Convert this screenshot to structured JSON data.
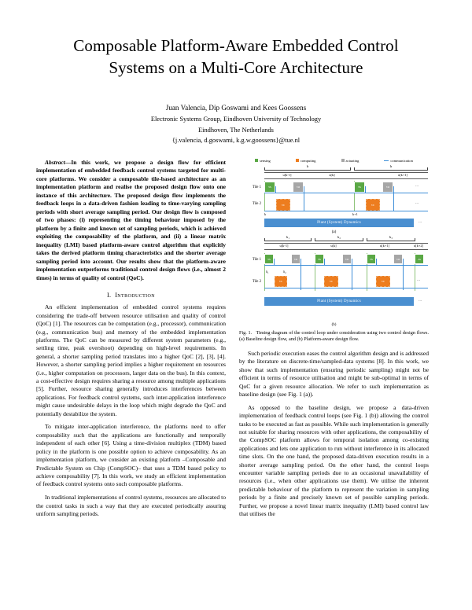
{
  "title": "Composable Platform-Aware Embedded Control Systems on a Multi-Core Architecture",
  "authors": {
    "names": "Juan Valencia, Dip Goswami and Kees Goossens",
    "affiliation": "Electronic Systems Group, Eindhoven University of Technology",
    "location": "Eindhoven, The Netherlands",
    "email": "{j.valencia, d.goswami, k.g.w.goossens}@tue.nl"
  },
  "abstract": {
    "lead": "Abstract",
    "text": "—In this work, we propose a design flow for efficient implementation of embedded feedback control systems targeted for multi-core platforms. We consider a composable tile-based architecture as an implementation platform and realise the proposed design flow onto one instance of this architecture. The proposed design flow implements the feedback loops in a data-driven fashion leading to time-varying sampling periods with short average sampling period. Our design flow is composed of two phases: (i) representing the timing behaviour imposed by the platform by a finite and known set of sampling periods, which is achieved exploiting the composability of the platform, and (ii) a linear matrix inequality (LMI) based platform-aware control algorithm that explicitly takes the derived platform timing characteristics and the shorter average sampling period into account. Our results show that the platform-aware implementation outperforms traditional control design flows (i.e., almost 2 times) in terms of quality of control (QoC)."
  },
  "sections": {
    "intro": {
      "number": "I.",
      "name": "Introduction"
    }
  },
  "body": {
    "left": [
      "An efficient implementation of embedded control systems requires considering the trade-off between resource utilisation and quality of control (QoC) [1]. The resources can be computation (e.g., processor), communication (e.g., communication bus) and memory of the embedded implementation platforms. The QoC can be measured by different system parameters (e.g., settling time, peak overshoot) depending on high-level requirements. In general, a shorter sampling period translates into a higher QoC [2], [3], [4]. However, a shorter sampling period implies a higher requirement on resources (i.e., higher computation on processors, larger data on the bus). In this context, a cost-effective design requires sharing a resource among multiple applications [5]. Further, resource sharing generally introduces interferences between applications. For feedback control systems, such inter-application interference might cause undesirable delays in the loop which might degrade the QoC and potentially destabilize the system.",
      "To mitigate inter-application interference, the platforms need to offer composability such that the applications are functionally and temporally independent of each other [6]. Using a time-division multiplex (TDM) based policy in the platform is one possible option to achieve composability. As an implementation platform, we consider an existing platform –Composable and Predictable System on Chip (CompSOC)– that uses a TDM based policy to achieve composability [7]. In this work, we study an efficient implementation of feedback control systems onto such composable platforms.",
      "In traditional implementations of control systems, resources are allocated to the control tasks in such a way that they are executed periodically assuring uniform sampling periods."
    ],
    "right": [
      "Such periodic execution eases the control algorithm design and is addressed by the literature on discrete-time/sampled-data systems [8]. In this work, we show that such implementation (ensuring periodic sampling) might not be efficient in terms of resource utilisation and might be sub-optimal in terms of QoC for a given resource allocation. We refer to such implementation as baseline design (see Fig. 1 (a)).",
      "As opposed to the baseline design, we propose a data-driven implementation of feedback control loops (see Fig. 1 (b)) allowing the control tasks to be executed as fast as possible. While such implementation is generally not suitable for sharing resources with other applications, the composability of the CompSOC platform allows for temporal isolation among co-existing applications and lets one application to run without interference in its allocated time slots. On the one hand, the proposed data-driven execution results in a shorter average sampling period. On the other hand, the control loops encounter variable sampling periods due to an occasional unavailability of resources (i.e., when other applications use them). We utilise the inherent predictable behaviour of the platform to represent the variation in sampling periods by a finite and precisely known set of possible sampling periods. Further, we propose a novel linear matrix inequality (LMI) based control law that utilises the"
    ]
  },
  "figure": {
    "legend": [
      {
        "label": "sensing",
        "color": "#5aa845",
        "icon": "square-swatch"
      },
      {
        "label": "computing",
        "color": "#ed7d1f",
        "icon": "square-swatch"
      },
      {
        "label": "actuating",
        "color": "#a6a6a6",
        "icon": "square-swatch"
      },
      {
        "label": "communication",
        "color": "#3f8fd8",
        "icon": "line-swatch"
      }
    ],
    "subfig_a": {
      "caption": "(a)",
      "h_labels": [
        "h",
        "h"
      ],
      "u_labels": [
        "u[k-1]",
        "u[k]",
        "u[k+1]"
      ],
      "tile_labels": [
        "Tile 1",
        "Tile 2"
      ],
      "k_labels": [
        "k",
        "k+1"
      ],
      "tasks": {
        "sense": "τs",
        "actuate": "τa",
        "compute": "τc"
      },
      "plant_bar": "Plant (System) Dynamics",
      "ellipsis": "..."
    },
    "subfig_b": {
      "caption": "(b)",
      "h_labels": [
        "h₁",
        "h₂",
        "h₃"
      ],
      "u_labels": [
        "u[k-1]",
        "u[k]",
        "u[k+1]",
        "u[k+2]"
      ],
      "tile_labels": [
        "Tile 1",
        "Tile 2"
      ],
      "delta_labels": [
        "δ₁",
        "δ₂"
      ],
      "tasks": {
        "sense": "τs",
        "actuate": "τa",
        "compute": "τc"
      },
      "plant_bar": "Plant (System) Dynamics",
      "ellipsis": "..."
    },
    "caption_label": "Fig. 1.",
    "caption_text": "Timing diagram of the control loop under consideration using two control design flows. (a) Baseline design flow, and (b) Platform-aware design flow."
  }
}
